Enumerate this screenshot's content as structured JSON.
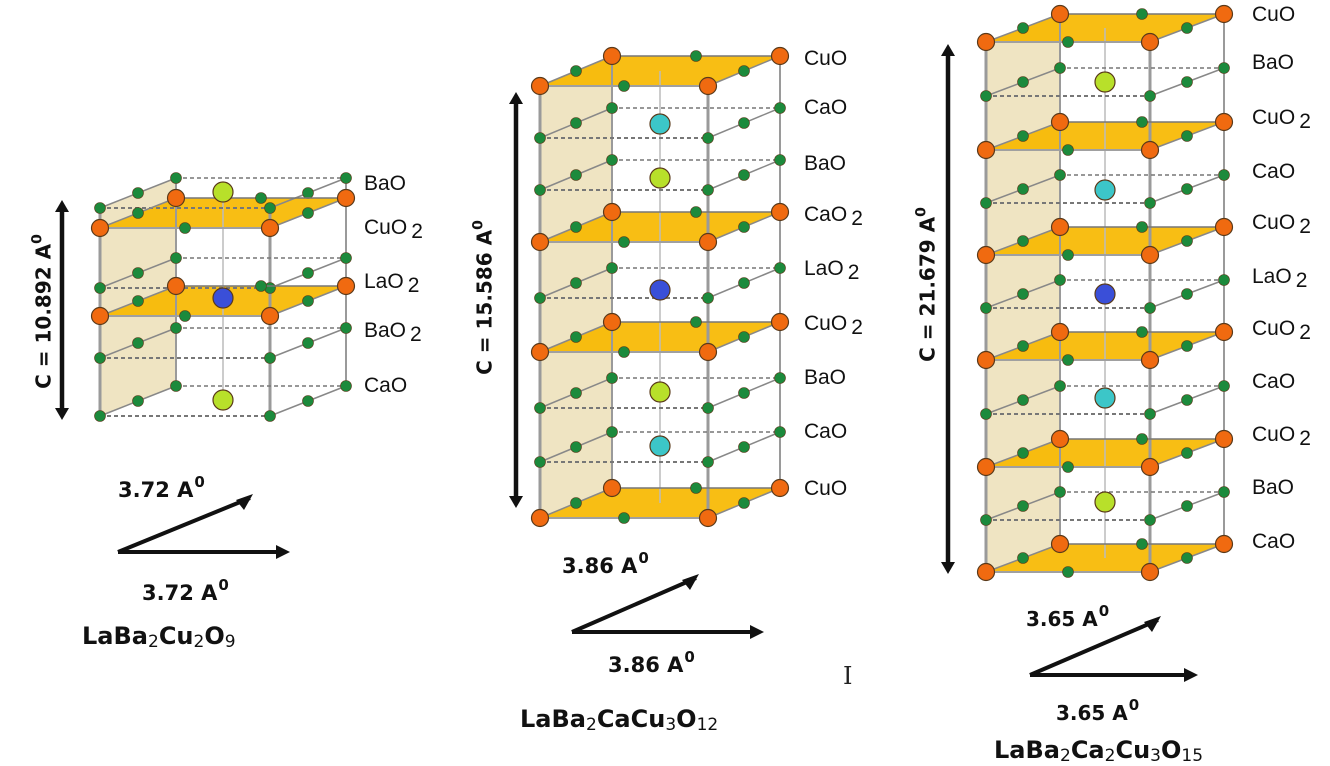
{
  "structures": [
    {
      "formula": "LaBa2Cu2O9",
      "c_axis": "C = 10.892 A",
      "c_sup": "0",
      "a_top": "3.72 A",
      "a_bottom": "3.72 A",
      "a_sup": "0",
      "layers": [
        {
          "name": "BaO",
          "sub": ""
        },
        {
          "name": "CuO",
          "sub": "2"
        },
        {
          "name": "LaO",
          "sub": "2"
        },
        {
          "name": "BaO",
          "sub": "2"
        },
        {
          "name": "CaO",
          "sub": ""
        }
      ]
    },
    {
      "formula": "LaBa2CaCu3O12",
      "c_axis": "C = 15.586 A",
      "c_sup": "0",
      "a_top": "3.86 A",
      "a_bottom": "3.86 A",
      "a_sup": "0",
      "layers": [
        {
          "name": "CuO",
          "sub": ""
        },
        {
          "name": "CaO",
          "sub": ""
        },
        {
          "name": "BaO",
          "sub": ""
        },
        {
          "name": "CaO",
          "sub": "2"
        },
        {
          "name": "LaO",
          "sub": "2"
        },
        {
          "name": "CuO",
          "sub": "2"
        },
        {
          "name": "BaO",
          "sub": ""
        },
        {
          "name": "CaO",
          "sub": ""
        },
        {
          "name": "CuO",
          "sub": ""
        }
      ]
    },
    {
      "formula": "LaBa2Ca2Cu3O15",
      "c_axis": "C = 21.679 A",
      "c_sup": "0",
      "a_top": "3.65 A",
      "a_bottom": "3.65 A",
      "a_sup": "0",
      "layers": [
        {
          "name": "CuO",
          "sub": ""
        },
        {
          "name": "BaO",
          "sub": ""
        },
        {
          "name": "CuO",
          "sub": "2"
        },
        {
          "name": "CaO",
          "sub": ""
        },
        {
          "name": "CuO",
          "sub": "2"
        },
        {
          "name": "LaO",
          "sub": "2"
        },
        {
          "name": "CuO",
          "sub": "2"
        },
        {
          "name": "CaO",
          "sub": ""
        },
        {
          "name": "CuO",
          "sub": "2"
        },
        {
          "name": "BaO",
          "sub": ""
        },
        {
          "name": "CaO",
          "sub": ""
        }
      ]
    }
  ],
  "cursor_glyph": "I",
  "colors": {
    "plane": "#f7b800",
    "wall": "#e8d9a8",
    "cu_atom": "#f06a10",
    "o_atom": "#1c8a3c",
    "ba_atom": "#b8e02a",
    "la_atom": "#3a4fd8",
    "ca_atom": "#3cc6c8",
    "frame": "#9a9a9a"
  }
}
